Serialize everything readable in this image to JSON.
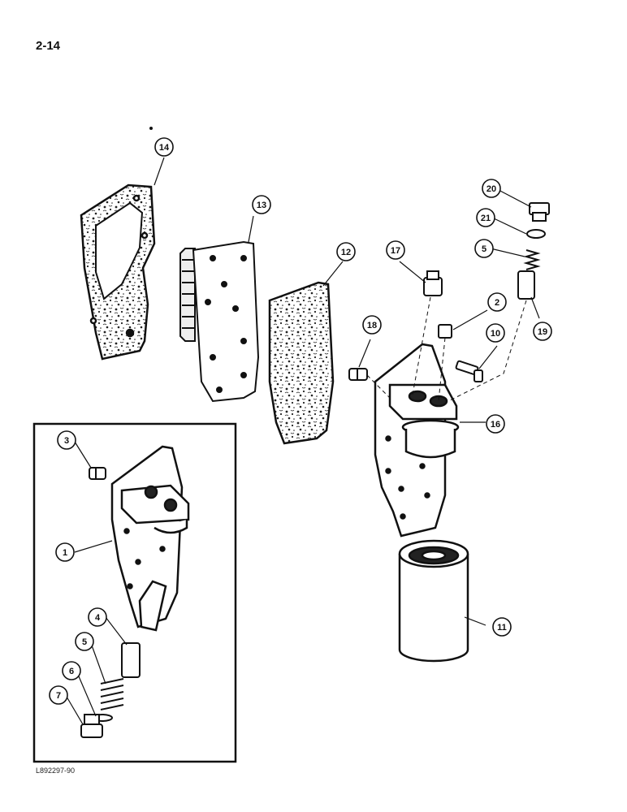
{
  "page": {
    "number": "2-14",
    "figure_id": "L892297-90"
  },
  "callouts": [
    {
      "id": "c14",
      "label": "14",
      "part": "gasket-large"
    },
    {
      "id": "c13",
      "label": "13",
      "part": "oil-cooler-core"
    },
    {
      "id": "c12",
      "label": "12",
      "part": "gasket-cooler"
    },
    {
      "id": "c17",
      "label": "17",
      "part": "fitting"
    },
    {
      "id": "c20",
      "label": "20",
      "part": "plug"
    },
    {
      "id": "c21",
      "label": "21",
      "part": "o-ring"
    },
    {
      "id": "c5a",
      "label": "5",
      "part": "spring"
    },
    {
      "id": "c2",
      "label": "2",
      "part": "plug-small"
    },
    {
      "id": "c19",
      "label": "19",
      "part": "valve"
    },
    {
      "id": "c10",
      "label": "10",
      "part": "bolt"
    },
    {
      "id": "c18",
      "label": "18",
      "part": "plug-side"
    },
    {
      "id": "c16",
      "label": "16",
      "part": "filter-head"
    },
    {
      "id": "c11",
      "label": "11",
      "part": "oil-filter"
    },
    {
      "id": "c3",
      "label": "3",
      "part": "plug-inset"
    },
    {
      "id": "c1",
      "label": "1",
      "part": "filter-head-inset"
    },
    {
      "id": "c4",
      "label": "4",
      "part": "valve-inset"
    },
    {
      "id": "c5b",
      "label": "5",
      "part": "spring-inset"
    },
    {
      "id": "c6",
      "label": "6",
      "part": "washer-inset"
    },
    {
      "id": "c7",
      "label": "7",
      "part": "plug-cap-inset"
    }
  ]
}
